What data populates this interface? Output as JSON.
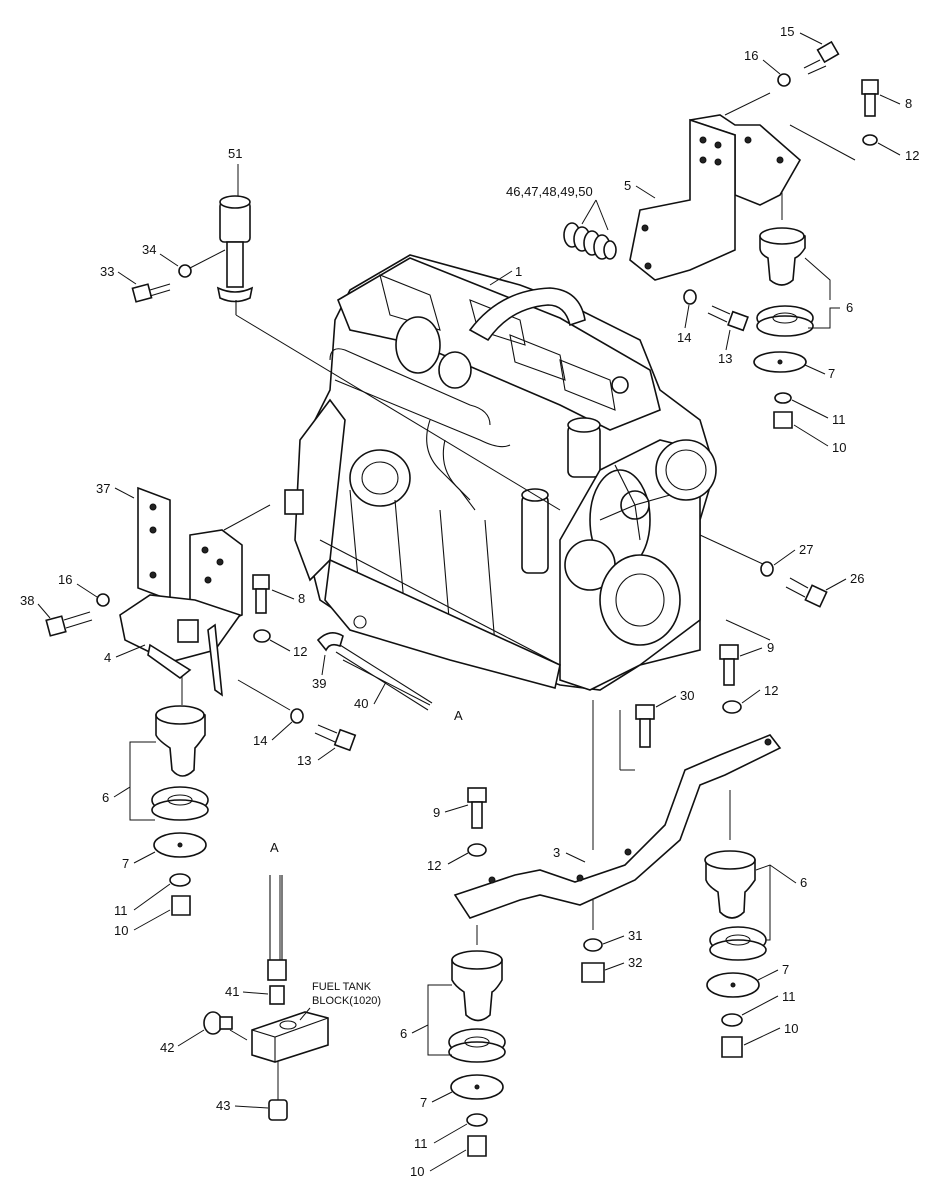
{
  "labels": {
    "l1": "1",
    "l3": "3",
    "l4": "4",
    "l5": "5",
    "l6a": "6",
    "l6b": "6",
    "l6c": "6",
    "l6d": "6",
    "l7a": "7",
    "l7b": "7",
    "l7c": "7",
    "l7d": "7",
    "l8a": "8",
    "l8b": "8",
    "l9a": "9",
    "l9b": "9",
    "l10a": "10",
    "l10b": "10",
    "l10c": "10",
    "l10d": "10",
    "l11a": "11",
    "l11b": "11",
    "l11c": "11",
    "l11d": "11",
    "l12a": "12",
    "l12b": "12",
    "l12c": "12",
    "l12d": "12",
    "l13a": "13",
    "l13b": "13",
    "l14a": "14",
    "l14b": "14",
    "l15": "15",
    "l16a": "16",
    "l16b": "16",
    "l26": "26",
    "l27": "27",
    "l30": "30",
    "l31": "31",
    "l32": "32",
    "l33": "33",
    "l34": "34",
    "l37": "37",
    "l38": "38",
    "l39": "39",
    "l40": "40",
    "l41": "41",
    "l42": "42",
    "l43": "43",
    "l46": "46,47,48,49,50",
    "l51": "51",
    "refA1": "A",
    "refA2": "A"
  },
  "note": {
    "line1": "FUEL TANK",
    "line2": "BLOCK(1020)"
  }
}
